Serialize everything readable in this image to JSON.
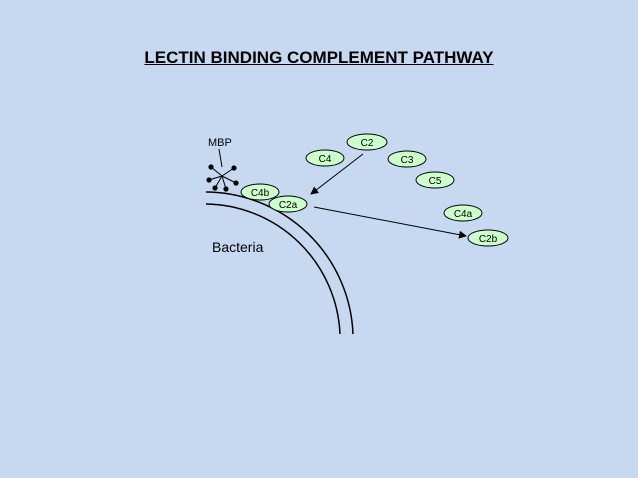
{
  "title": "LECTIN BINDING COMPLEMENT PATHWAY",
  "labels": {
    "mbp": "MBP",
    "bacteria": "Bacteria"
  },
  "components": {
    "c2": "C2",
    "c4": "C4",
    "c3": "C3",
    "c5": "C5",
    "c4b": "C4b",
    "c2a": "C2a",
    "c4a": "C4a",
    "c2b": "C2b"
  },
  "colors": {
    "background": "#c6d9f1",
    "oval_fill": "#ccffcc",
    "stroke": "#000000"
  }
}
